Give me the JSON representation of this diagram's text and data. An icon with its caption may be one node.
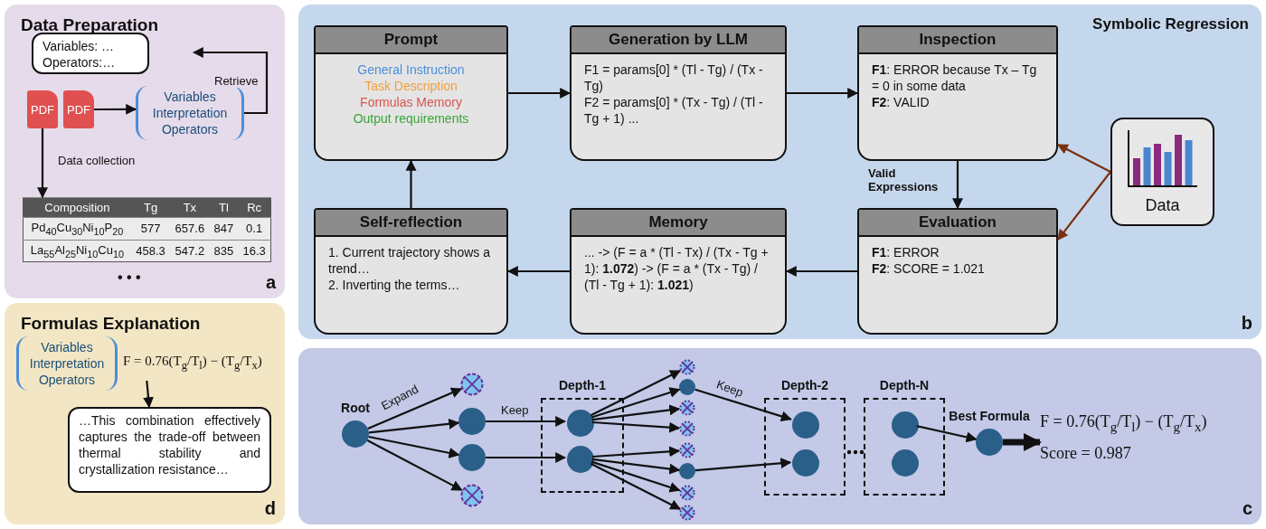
{
  "diagram": {
    "nodes": [
      {
        "text": [
          "Data Preparation",
          "a"
        ]
      },
      {
        "text": [
          "Variables: … Operators:…"
        ],
        "in": 0
      },
      {
        "text": [
          "PDF"
        ],
        "in": 0
      },
      {
        "text": [
          "PDF"
        ],
        "in": 0
      },
      {
        "text": [
          "Variables Interpretation Operators"
        ],
        "in": 0
      },
      {
        "text": [
          "Composition",
          "Tg",
          "Tx",
          "Tl",
          "Rc",
          "Pd$_{40}$Cu$_{30}$Ni$_{10}$P$_{20}$",
          "577",
          "657.6",
          "847",
          "0.1",
          "La$_{55}$Al$_{25}$Ni$_{10}$Cu$_{10}$",
          "458.3",
          "547.2",
          "835",
          "16.3"
        ],
        "beside": [
          "• • •"
        ],
        "in": 0
      },
      {
        "text": [
          "Symbolic Regression",
          "b"
        ]
      },
      {
        "text": [
          "Prompt",
          "General Instruction",
          "Task Description",
          "Formulas Memory",
          "Output requirements"
        ],
        "in": 6
      },
      {
        "text": [
          "Generation by LLM",
          "F1 = params[0] * (Tl - Tg) / (Tx - Tg)",
          "F2 = params[0] * (Tx - Tg) / (Tl - Tg + 1) ..."
        ],
        "in": 6
      },
      {
        "text": [
          "Inspection",
          "**F1**: ERROR because Tx – Tg = 0 in some data",
          "**F2**: VALID"
        ],
        "in": 6
      },
      {
        "text": [
          "Data"
        ],
        "in": 6
      },
      {
        "text": [
          "Evaluation",
          "**F1**: ERROR",
          "**F2**: SCORE = 1.021"
        ],
        "in": 6
      },
      {
        "text": [
          "Memory",
          "... -> (F = a * (Tl - Tx) / (Tx - Tg + 1): **1.072**) -> (F = a * (Tx - Tg) / (Tl - Tg + 1): **1.021**)"
        ],
        "in": 6
      },
      {
        "text": [
          "Self-reflection",
          "1. Current trajectory shows a trend…",
          "2. Inverting the terms…"
        ],
        "in": 6
      },
      {
        "text": [
          "Formulas Explanation",
          "d"
        ]
      },
      {
        "text": [
          "Variables Interpretation Operators"
        ],
        "in": 14
      },
      {
        "text": [
          "F = 0.76(T$_{g}$/T$_{l}$) − (T$_{g}$/T$_{x}$)"
        ],
        "in": 14
      },
      {
        "text": [
          "…This combination effectively captures the trade-off between thermal stability and crystallization resistance…"
        ],
        "in": 14
      },
      {
        "text": [
          "c"
        ]
      },
      {
        "text": [
          "Root"
        ],
        "in": 18
      },
      {
        "text": [],
        "shape": "circle",
        "in": 18
      },
      {
        "text": [],
        "shape": "circle",
        "in": 18
      },
      {
        "text": [],
        "shape": "circle",
        "in": 18
      },
      {
        "text": [],
        "shape": "circle",
        "in": 18
      },
      {
        "text": [
          "Depth-1"
        ],
        "in": 18
      },
      {
        "text": [],
        "shape": "circle",
        "in": 24
      },
      {
        "text": [],
        "shape": "circle",
        "in": 24
      },
      {
        "text": [],
        "shape": "circle",
        "in": 18
      },
      {
        "text": [],
        "shape": "circle",
        "in": 18
      },
      {
        "text": [],
        "shape": "circle",
        "in": 18
      },
      {
        "text": [],
        "shape": "circle",
        "in": 18
      },
      {
        "text": [],
        "shape": "circle",
        "in": 18
      },
      {
        "text": [],
        "shape": "circle",
        "in": 18
      },
      {
        "text": [],
        "shape": "circle",
        "in": 18
      },
      {
        "text": [],
        "shape": "circle",
        "in": 18
      },
      {
        "text": [
          "Depth-2"
        ],
        "in": 18
      },
      {
        "text": [],
        "shape": "circle",
        "in": 35
      },
      {
        "text": [],
        "shape": "circle",
        "in": 35
      },
      {
        "text": [
          "Depth-N"
        ],
        "in": 18
      },
      {
        "text": [],
        "shape": "circle",
        "in": 38
      },
      {
        "text": [],
        "shape": "circle",
        "in": 38
      },
      {
        "text": [
          "Best Formula"
        ],
        "in": 18
      },
      {
        "text": [
          "F = 0.76(T$_{g}$/T$_{l}$) − (T$_{g}$/T$_{x}$)",
          "Score = 0.987"
        ],
        "in": 18
      }
    ],
    "edges": [
      {
        "from": 3,
        "to": 4,
        "arrow": "to"
      },
      {
        "from": 2,
        "to": 5,
        "arrow": "to",
        "label": "Data collection"
      },
      {
        "from": 4,
        "to": null,
        "arrow": "to",
        "label": "Retrieve"
      },
      {
        "from": 7,
        "to": 8,
        "arrow": "to"
      },
      {
        "from": 8,
        "to": 9,
        "arrow": "to"
      },
      {
        "from": 9,
        "to": 11,
        "arrow": "to",
        "label": "Valid Expressions"
      },
      {
        "from": 11,
        "to": 12,
        "arrow": "to"
      },
      {
        "from": 12,
        "to": 13,
        "arrow": "to"
      },
      {
        "from": 13,
        "to": 7,
        "arrow": "to"
      },
      {
        "from": 10,
        "to": 9,
        "arrow": "to",
        "color": "#7b3010"
      },
      {
        "from": 10,
        "to": 11,
        "arrow": "to",
        "color": "#7b3010"
      },
      {
        "from": 16,
        "to": 17,
        "arrow": "to"
      },
      {
        "from": 19,
        "to": 20,
        "arrow": "to",
        "label": "Expand"
      },
      {
        "from": 19,
        "to": 21,
        "arrow": "to"
      },
      {
        "from": 19,
        "to": 22,
        "arrow": "to"
      },
      {
        "from": 19,
        "to": 23,
        "arrow": "to"
      },
      {
        "from": 21,
        "to": 25,
        "arrow": "to",
        "label": "Keep"
      },
      {
        "from": 22,
        "to": 26,
        "arrow": "to"
      },
      {
        "from": 25,
        "to": 27,
        "arrow": "to"
      },
      {
        "from": 25,
        "to": 28,
        "arrow": "to"
      },
      {
        "from": 25,
        "to": 29,
        "arrow": "to"
      },
      {
        "from": 25,
        "to": 30,
        "arrow": "to"
      },
      {
        "from": 26,
        "to": 31,
        "arrow": "to"
      },
      {
        "from": 26,
        "to": 32,
        "arrow": "to"
      },
      {
        "from": 26,
        "to": 33,
        "arrow": "to"
      },
      {
        "from": 26,
        "to": 34,
        "arrow": "to"
      },
      {
        "from": 28,
        "to": 36,
        "arrow": "to",
        "label": "Keep"
      },
      {
        "from": 32,
        "to": 37,
        "arrow": "to"
      },
      {
        "from": 39,
        "to": 41,
        "arrow": "to"
      },
      {
        "from": 41,
        "to": 42,
        "arrow": "to",
        "style": "thick"
      }
    ]
  }
}
